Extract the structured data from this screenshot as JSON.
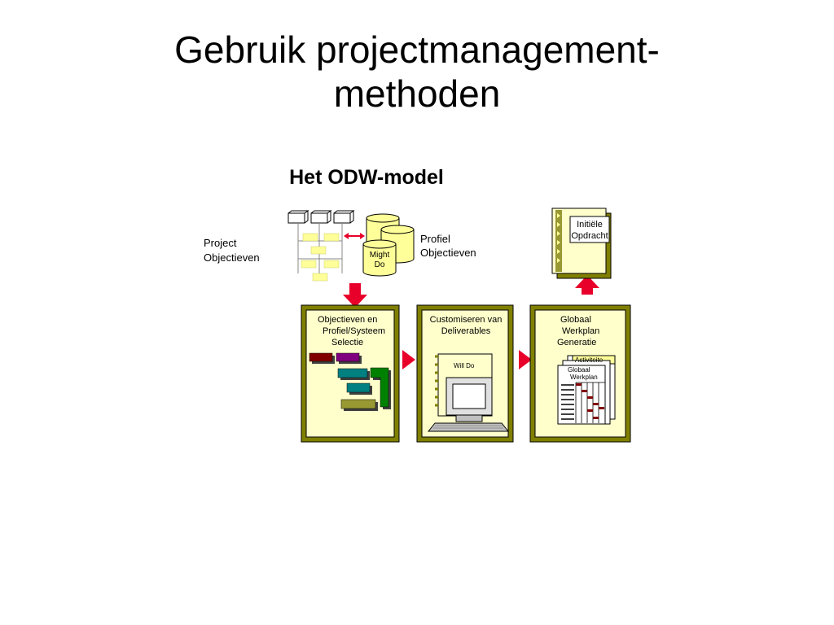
{
  "slide": {
    "title_line1": "Gebruik projectmanagement-",
    "title_line2": "methoden",
    "subtitle": "Het ODW-model"
  },
  "diagram": {
    "project_label_line1": "Project",
    "project_label_line2": "Objectieven",
    "profiel_label_line1": "Profiel",
    "profiel_label_line2": "Objectieven",
    "might_do_line1": "Might",
    "might_do_line2": "Do",
    "initiele_line1": "Initiële",
    "initiele_line2": "Opdracht",
    "box1_line1": "Objectieven en",
    "box1_line2": "Profiel/Systeem",
    "box1_line3": "Selectie",
    "box2_line1": "Customiseren van",
    "box2_line2": "Deliverables",
    "will_do": "Will Do",
    "box3_line1": "Globaal",
    "box3_line2": "Werkplan",
    "box3_line3": "Generatie",
    "activiteite": "Activiteite",
    "globaal_small_line1": "Globaal",
    "globaal_small_line2": "Werkplan",
    "colors": {
      "box_fill": "#ffffcc",
      "box_shadow": "#808000",
      "arrow_red": "#e8002a",
      "olive": "#999933",
      "teal": "#008080",
      "green": "#008000",
      "maroon": "#800000",
      "purple": "#800080"
    }
  }
}
